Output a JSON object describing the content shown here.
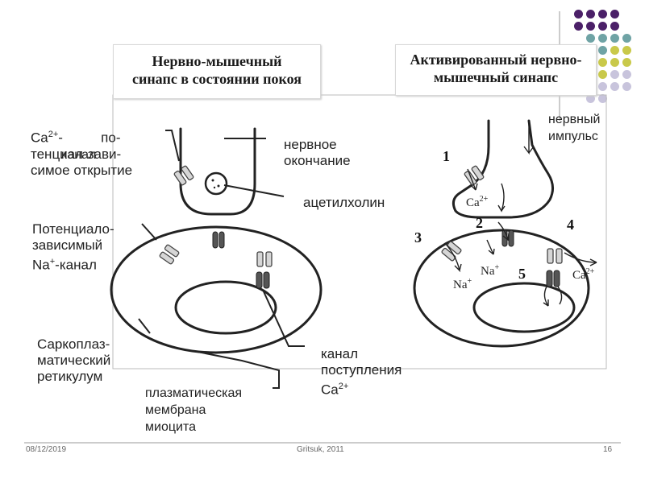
{
  "titles": {
    "rest_line1": "Нервно-мышечный",
    "rest_line2": "синапс в состоянии покоя",
    "active_line1": "Активированный нервно-",
    "active_line2": "мышечный синапс"
  },
  "labels": {
    "ca_channel_1": "Ca",
    "ca_channel_sup": "2+",
    "ca_channel_2": "-          по-",
    "ca_channel_3": "тенциал-зави-",
    "ca_channel_4": "симое открытие",
    "ca_channel_overlap": "канал",
    "nerve_ending_1": "нервное",
    "nerve_ending_2": "окончание",
    "acetylcholine": "ацетилхолин",
    "na_channel_1": "Потенциало-",
    "na_channel_2": "зависимый",
    "na_channel_3a": "Na",
    "na_channel_3sup": "+",
    "na_channel_3b": "-канал",
    "sr_1": "Саркоплаз-",
    "sr_2": "матический",
    "sr_3": "ретикулум",
    "ca_entry_1": "канал",
    "ca_entry_2": "поступления",
    "ca_entry_3": "Ca",
    "ca_entry_sup": "2+",
    "membrane_1": "плазматическая",
    "membrane_2": "мембрана",
    "membrane_3": "миоцита",
    "impulse_1": "нервный",
    "impulse_2": "импульс"
  },
  "steps": [
    "1",
    "2",
    "3",
    "4",
    "5"
  ],
  "ions": {
    "ca": "Ca",
    "ca_sup": "2+",
    "na": "Na",
    "na_sup": "+"
  },
  "footer": {
    "date": "08/12/2019",
    "author": "Gritsuk, 2011",
    "page": "16"
  },
  "colors": {
    "accent_purple": "#4b2068",
    "accent_teal": "#6fa3a5",
    "accent_olive": "#c9c94a",
    "accent_lavender": "#c8c4dc"
  }
}
